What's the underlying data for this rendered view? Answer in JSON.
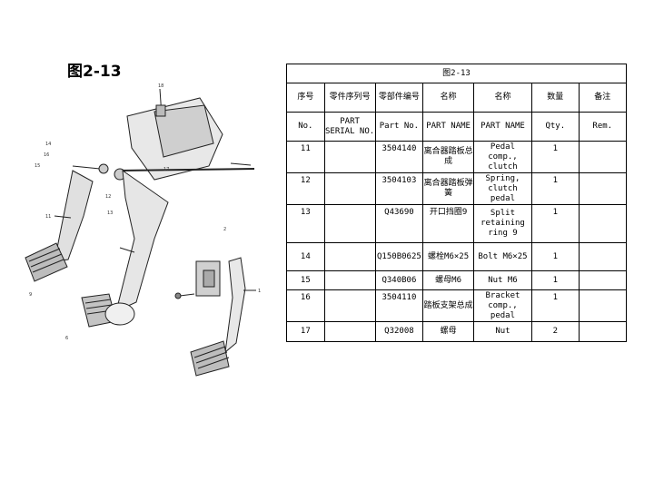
{
  "figure": {
    "title": "图2-13"
  },
  "table": {
    "caption": "图2-13",
    "header_cn": [
      "序号",
      "零件序列号",
      "零部件编号",
      "名称",
      "名称",
      "数量",
      "备注"
    ],
    "header_en": [
      "No.",
      "PART SERIAL NO.",
      "Part No.",
      "PART NAME",
      "PART NAME",
      "Qty.",
      "Rem."
    ],
    "rows": [
      {
        "no": "11",
        "serial": "",
        "part_no": "3504140",
        "name_cn": "离合器踏板总成",
        "name_en": "Pedal comp., clutch",
        "qty": "1",
        "rem": ""
      },
      {
        "no": "12",
        "serial": "",
        "part_no": "3504103",
        "name_cn": "离合器踏板弹簧",
        "name_en": "Spring, clutch pedal",
        "qty": "1",
        "rem": ""
      },
      {
        "no": "13",
        "serial": "",
        "part_no": "Q43690",
        "name_cn": "开口挡圈9",
        "name_en": "Split retaining ring 9",
        "qty": "1",
        "rem": ""
      },
      {
        "no": "14",
        "serial": "",
        "part_no": "Q150B0625",
        "name_cn": "螺栓M6×25",
        "name_en": "Bolt M6×25",
        "qty": "1",
        "rem": ""
      },
      {
        "no": "15",
        "serial": "",
        "part_no": "Q340B06",
        "name_cn": "螺母M6",
        "name_en": "Nut M6",
        "qty": "1",
        "rem": ""
      },
      {
        "no": "16",
        "serial": "",
        "part_no": "3504110",
        "name_cn": "踏板支架总成",
        "name_en": "Bracket comp., pedal",
        "qty": "1",
        "rem": ""
      },
      {
        "no": "17",
        "serial": "",
        "part_no": "Q32008",
        "name_cn": "螺母",
        "name_en": "Nut",
        "qty": "2",
        "rem": ""
      }
    ]
  },
  "drawing_labels": [
    "18",
    "14",
    "15",
    "16",
    "17",
    "11",
    "12",
    "13",
    "9",
    "2",
    "1",
    "6"
  ]
}
